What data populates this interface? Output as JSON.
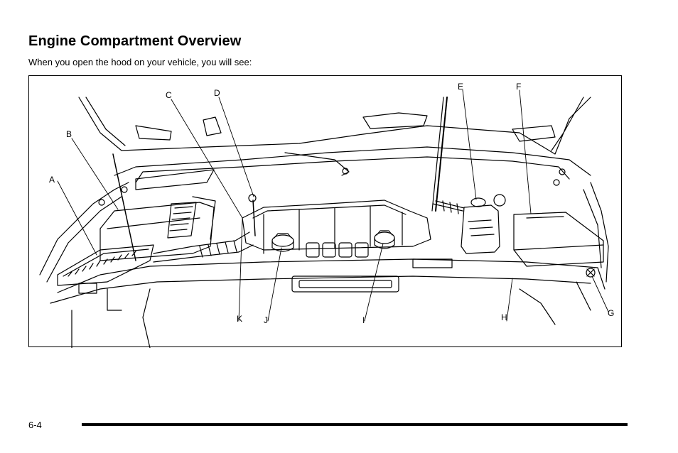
{
  "header": {
    "title": "Engine Compartment Overview",
    "intro": "When you open the hood on your vehicle, you will see:"
  },
  "figure": {
    "callouts": {
      "a": "A",
      "b": "B",
      "c": "C",
      "d": "D",
      "e": "E",
      "f": "F",
      "g": "G",
      "h": "H",
      "i": "I",
      "j": "J",
      "k": "K"
    }
  },
  "footer": {
    "page_number": "6-4"
  }
}
